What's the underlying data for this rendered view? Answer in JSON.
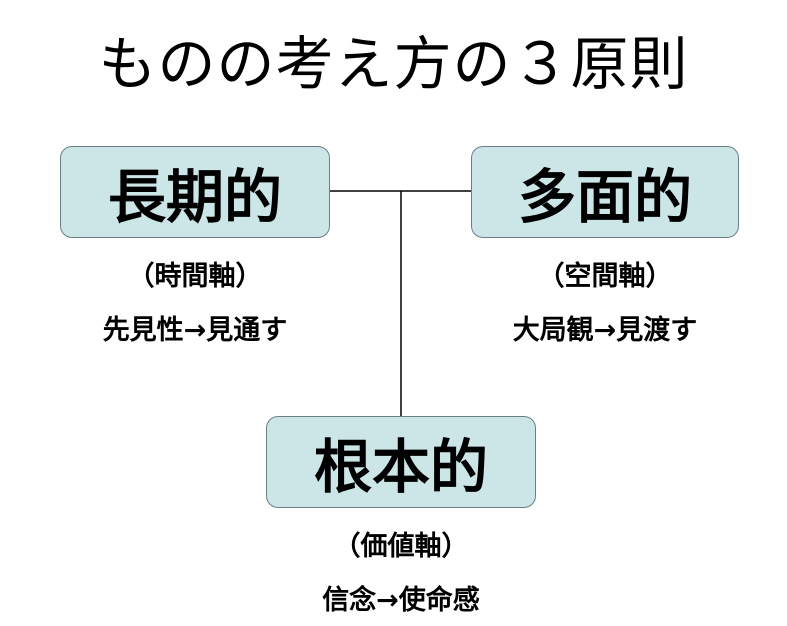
{
  "title": "ものの考え方の３原則",
  "principles": [
    {
      "name": "長期的",
      "axis": "（時間軸）",
      "description": "先見性→見通す"
    },
    {
      "name": "多面的",
      "axis": "（空間軸）",
      "description": "大局観→見渡す"
    },
    {
      "name": "根本的",
      "axis": "（価値軸）",
      "description": "信念→使命感"
    }
  ],
  "colors": {
    "box_fill": "#cce6e8",
    "box_border": "#6a7f84",
    "text": "#000000",
    "connector": "#000000"
  }
}
